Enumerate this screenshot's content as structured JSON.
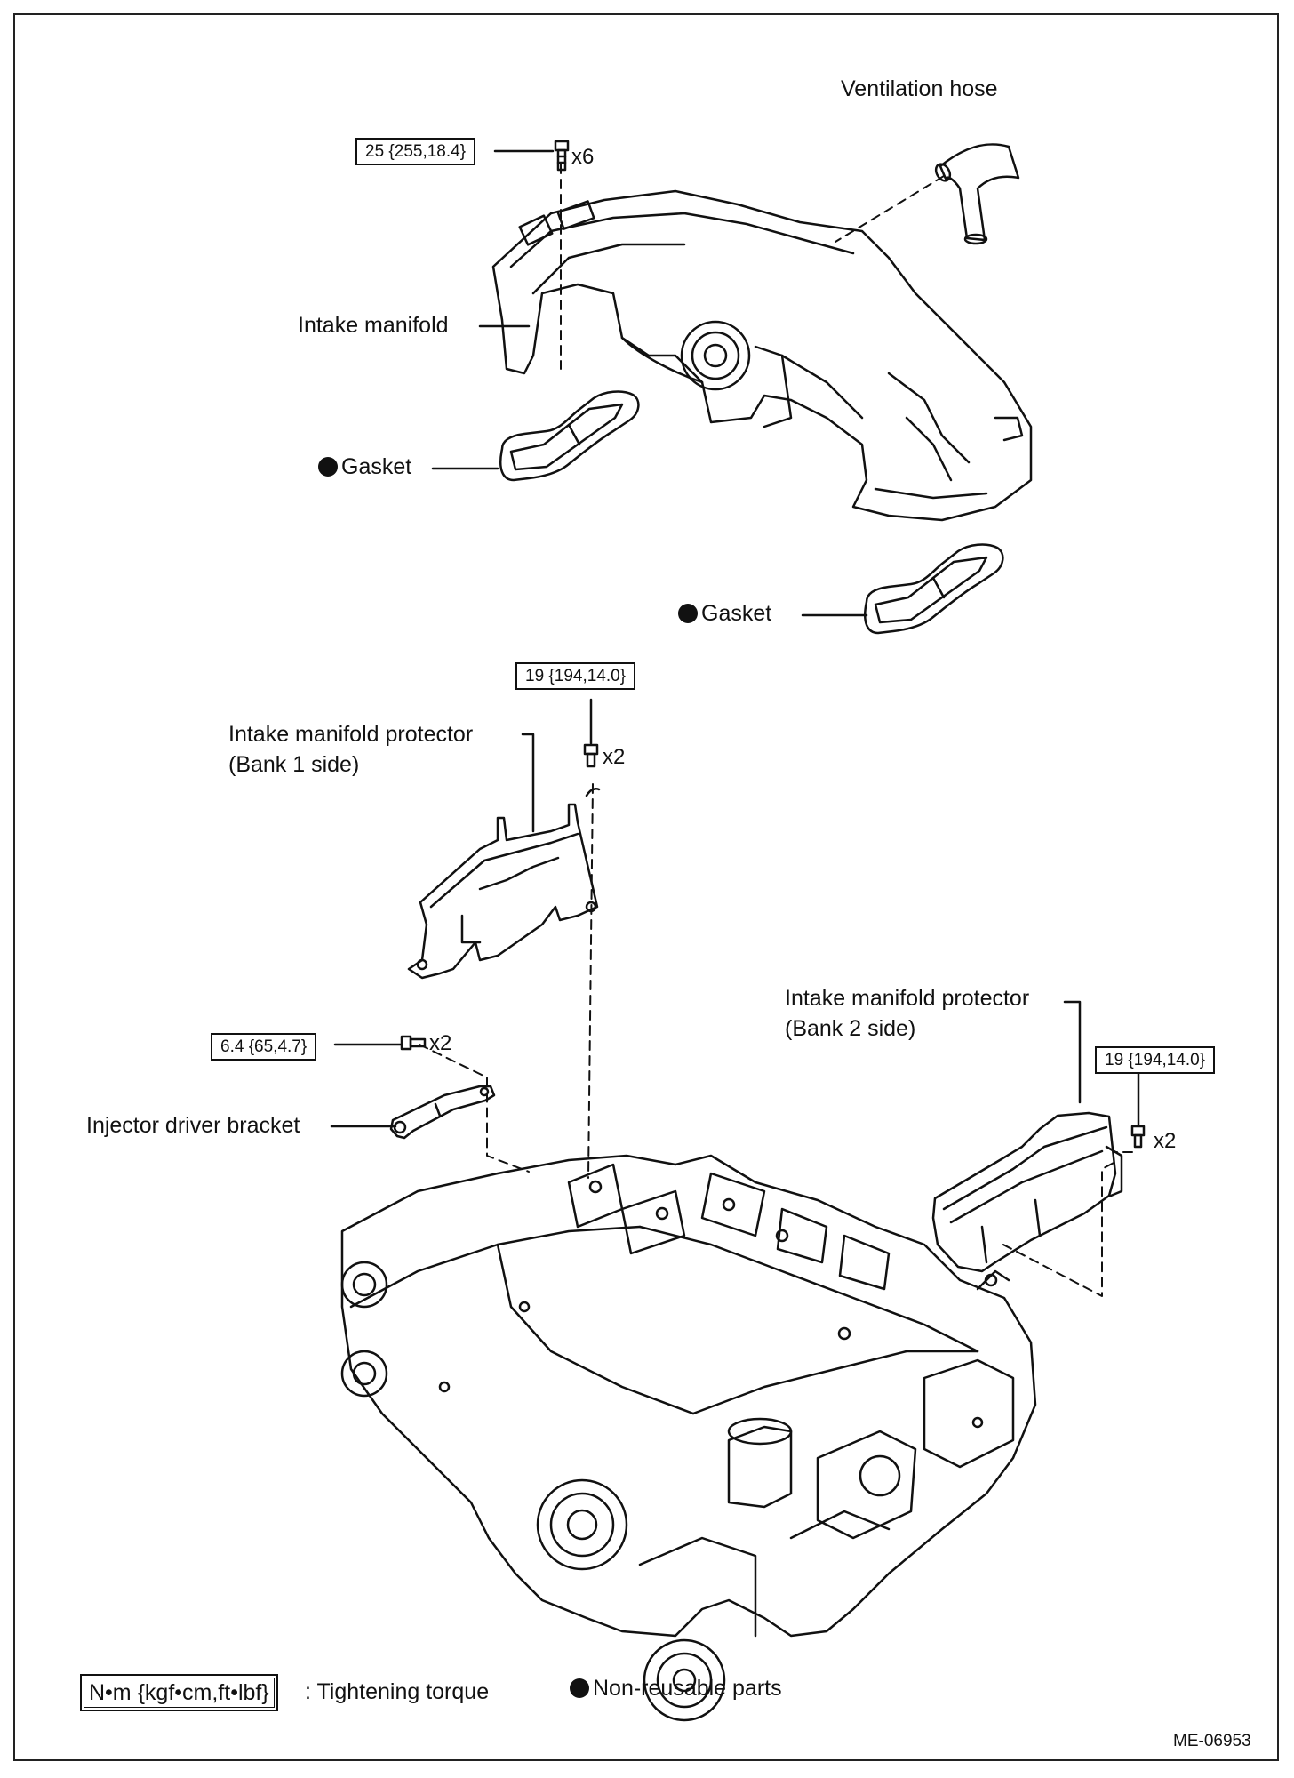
{
  "labels": {
    "ventilation_hose": "Ventilation hose",
    "intake_manifold": "Intake manifold",
    "gasket_upper": "Gasket",
    "gasket_lower": "Gasket",
    "protector_bank1_line1": "Intake manifold protector",
    "protector_bank1_line2": "(Bank 1 side)",
    "protector_bank2_line1": "Intake manifold protector",
    "protector_bank2_line2": "(Bank 2 side)",
    "injector_driver_bracket": "Injector driver bracket"
  },
  "torques": {
    "manifold": "25 {255,18.4}",
    "protector_bank1": "19 {194,14.0}",
    "bracket": "6.4 {65,4.7}",
    "protector_bank2": "19 {194,14.0}"
  },
  "quantities": {
    "manifold_bolts": "x6",
    "protector_bank1_bolts": "x2",
    "bracket_bolts": "x2",
    "protector_bank2_bolts": "x2"
  },
  "legend": {
    "torque_unit": "N•m {kgf•cm,ft•lbf}",
    "torque_desc": ": Tightening torque",
    "non_reusable": "Non-reusable parts"
  },
  "figure_code": "ME-06953",
  "icons": [
    "bolt-icon",
    "non-reusable-dot-icon"
  ]
}
